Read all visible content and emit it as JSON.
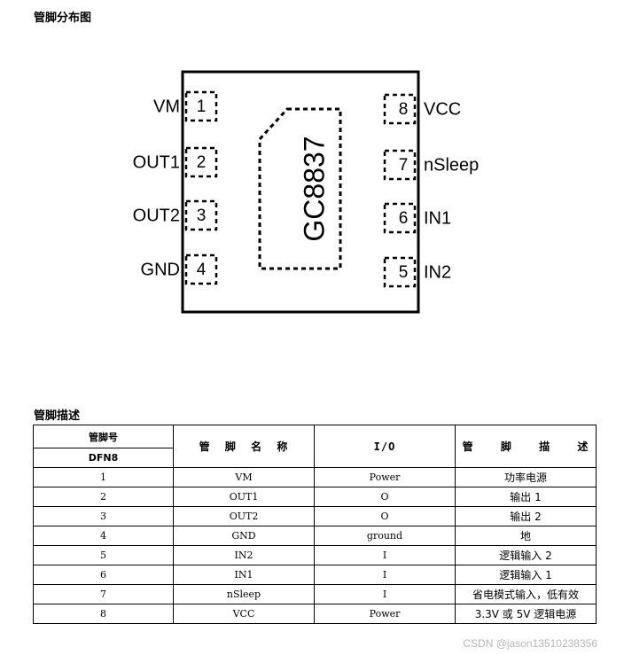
{
  "section_pin_diagram": "管脚分布图",
  "chip_name": "GC8837",
  "left_pins": [
    {
      "num": "1",
      "label": "VM"
    },
    {
      "num": "2",
      "label": "OUT1"
    },
    {
      "num": "3",
      "label": "OUT2"
    },
    {
      "num": "4",
      "label": "GND"
    }
  ],
  "right_pins": [
    {
      "num": "8",
      "label": "VCC"
    },
    {
      "num": "7",
      "label": "nSleep"
    },
    {
      "num": "6",
      "label": "IN1"
    },
    {
      "num": "5",
      "label": "IN2"
    }
  ],
  "section_pin_desc": "管脚描述",
  "table": {
    "header_pin_no": "管脚号",
    "header_pkg": "DFN8",
    "header_name": "管 脚 名 称",
    "header_io": "I/O",
    "header_desc": "管 脚 描 述",
    "rows": [
      [
        "1",
        "VM",
        "Power",
        "功率电源"
      ],
      [
        "2",
        "OUT1",
        "O",
        "输出 1"
      ],
      [
        "3",
        "OUT2",
        "O",
        "输出 2"
      ],
      [
        "4",
        "GND",
        "ground",
        "地"
      ],
      [
        "5",
        "IN2",
        "I",
        "逻辑输入 2"
      ],
      [
        "6",
        "IN1",
        "I",
        "逻辑输入 1"
      ],
      [
        "7",
        "nSleep",
        "I",
        "省电模式输入，低有效"
      ],
      [
        "8",
        "VCC",
        "Power",
        "3.3V 或 5V 逻辑电源"
      ]
    ]
  },
  "watermark": "CSDN @jason13510238356"
}
